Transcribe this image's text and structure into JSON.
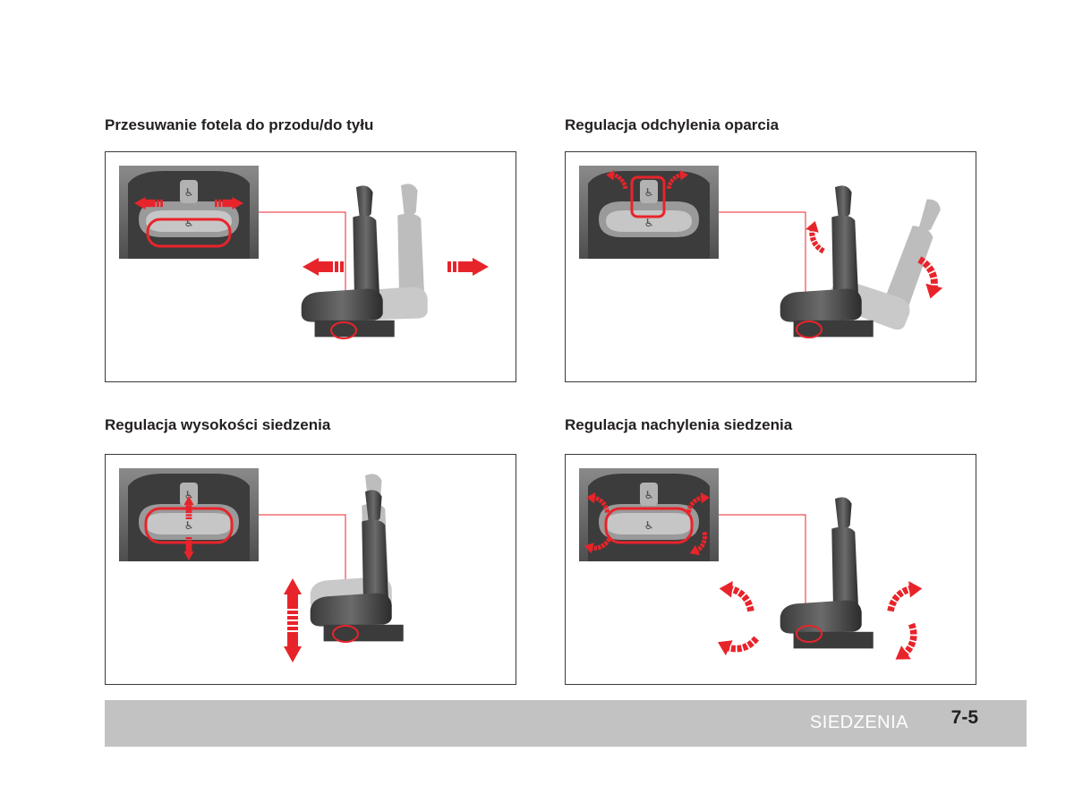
{
  "sections": [
    {
      "title": "Przesuwanie fotela do przodu/do tyłu",
      "figure_icon": "seat-slide-forward-backward-figure"
    },
    {
      "title": "Regulacja odchylenia oparcia",
      "figure_icon": "seatback-recline-figure"
    },
    {
      "title": "Regulacja wysokości siedzenia",
      "figure_icon": "seat-height-figure"
    },
    {
      "title": "Regulacja nachylenia siedzenia",
      "figure_icon": "seat-tilt-figure"
    }
  ],
  "footer": {
    "section_label": "SIEDZENIA",
    "page_number": "7-5"
  },
  "colors": {
    "accent_red": "#e8242b",
    "footer_gray": "#c2c2c2",
    "text": "#231f20"
  }
}
